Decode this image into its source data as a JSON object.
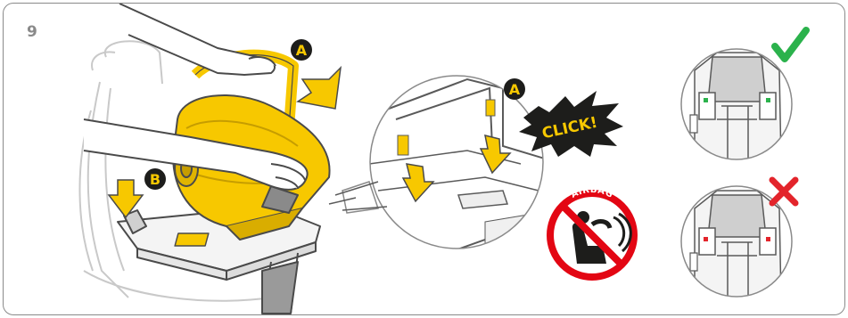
{
  "step": {
    "number": "9"
  },
  "markers": {
    "a1": "A",
    "a2": "A",
    "b": "B"
  },
  "click_text": "CLICK!",
  "airbag_label": "AIRBAG",
  "colors": {
    "accent_yellow": "#f7c800",
    "marker_black": "#1d1d1b",
    "correct_green": "#2bb24c",
    "wrong_red": "#e3242b",
    "prohibition_red": "#e30613",
    "line_gray": "#5a5a5a",
    "light_gray": "#cfcfcf"
  },
  "icons": {
    "correct": "check-icon",
    "wrong": "cross-icon",
    "airbag_warning": "no-airbag-icon"
  }
}
